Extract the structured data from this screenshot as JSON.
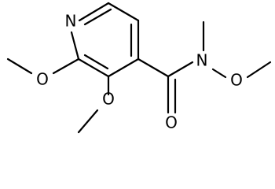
{
  "diagram": {
    "atom_labels": {
      "ring_n": "N",
      "ome2_o": "O",
      "ome3_o": "O",
      "carbonyl_o": "O",
      "amide_n": "N",
      "amide_o": "O"
    },
    "colors": {
      "background": "#ffffff",
      "bond": "#000000",
      "label": "#000000"
    }
  }
}
